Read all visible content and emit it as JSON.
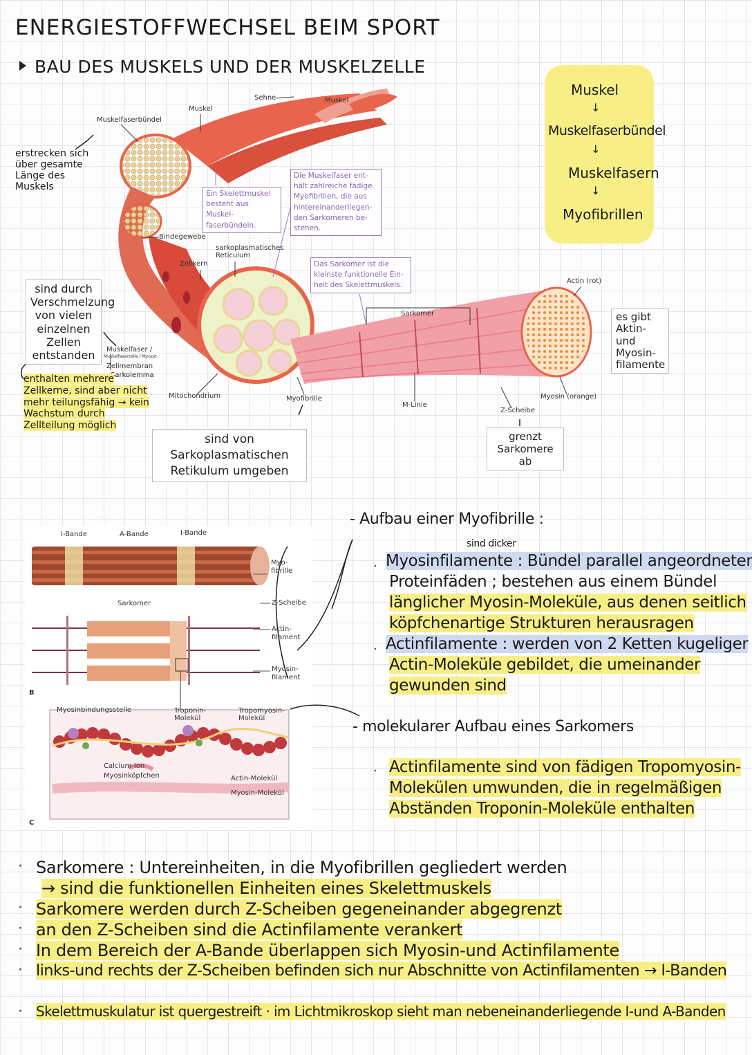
{
  "title": "ENERGIESTOFFWECHSEL BEIM SPORT",
  "section1": "BAU DES MUSKELS UND DER MUSKELZELLE",
  "hierarchy": [
    "Muskel",
    "Muskelfaserbündel",
    "Muskelfasern",
    "Myofibrillen"
  ],
  "arrow": "↓",
  "diagram_labels": {
    "muskelfaserbuendel": "Muskelfaserbündel",
    "muskel1": "Muskel",
    "sehne": "Sehne",
    "muskel2": "Muskel",
    "bindegewebe": "Bindegewebe",
    "zellkern": "Zellkern",
    "sarko_ret": "sarkoplasmatisches Reticulum",
    "muskelfaser": "Muskelfaser /",
    "muskelfaser_sub": "Muskelfaserzelle / Myozyt",
    "zellmembran": "Zellmembran",
    "mitochondrium": "Mitochondrium",
    "myofibrille": "Myofibrille",
    "sarkomer": "Sarkomer",
    "mlinie": "M-Linie",
    "zscheibe": "Z-Scheibe",
    "actin": "Actin (rot)",
    "myosin": "Myosin (orange)"
  },
  "purple_boxes": {
    "skelett": "Ein Skelettmuskel besteht aus Muskel­faserbündeln.",
    "muskelfaser": "Die Muskelfaser ent­hält zahlreiche fädige Myofibrillen, die aus hintereinanderliegen­den Sarkomeren be­stehen.",
    "sarkomer": "Das Sarkomer ist die kleinste funktionelle Ein­heit des Skelettmuskels."
  },
  "notes": {
    "erstrecken": "erstrecken sich über gesamte Länge des Muskels",
    "verschmelzung": "sind durch Verschmelzung von vielen einzelnen Zellen entstanden",
    "sarkolemma": "Sarkolemma",
    "enthalten": "enthalten mehrere Zellkerne, sind aber nicht mehr teilungsfähig → kein Wachstum durch Zellteilung möglich",
    "retikulum": "sind von Sarkoplasmatischen Retikulum umgeben",
    "aktin": "es gibt Aktin-und Myosin-filamente",
    "grenzt": "grenzt Sarkomere ab"
  },
  "diagram2": {
    "iband1": "I-Bande",
    "aband": "A-Bande",
    "iband2": "I-Bande",
    "myofibrille": "Myo-fibrille",
    "sarkomer": "Sarkomer",
    "zscheibe": "Z-Scheibe",
    "actin": "Actin-filament",
    "myosin": "Myosin-filament",
    "b": "B",
    "c": "C",
    "bindungsstelle": "Myosinbindungsstelle",
    "troponin": "Troponin-Molekül",
    "tropomyosin": "Tropomyosin-Molekül",
    "calcium": "Calcium-Ion",
    "koepfchen": "Myosinköpfchen",
    "actin_mol": "Actin-Molekül",
    "myosin_mol": "Myosin-Molekül"
  },
  "myofibrille": {
    "heading": "- Aufbau einer Myofibrille :",
    "dicker": "sind dicker",
    "lines": [
      "Myosinfilamente : Bündel parallel angeordneter",
      "Proteinfäden ; bestehen aus einem Bündel",
      "länglicher Myosin-Moleküle, aus denen seitlich",
      "köpfchenartige Strukturen herausragen",
      "Actinfilamente : werden von 2 Ketten kugeliger",
      "Actin-Moleküle gebildet, die umeinander",
      "gewunden sind"
    ],
    "heading2": "- molekularer Aufbau eines Sarkomers",
    "lines2": [
      "Actinfilamente sind von fädigen Tropomyosin-",
      "Molekülen umwunden, die in regelmäßigen",
      "Abständen Troponin-Moleküle enthalten"
    ]
  },
  "bottom": [
    "Sarkomere : Untereinheiten, in die Myofibrillen gegliedert werden",
    "→ sind die funktionellen Einheiten eines Skelettmuskels",
    "Sarkomere werden durch Z-Scheiben gegeneinander abgegrenzt",
    "an den Z-Scheiben sind die Actinfilamente verankert",
    "In dem Bereich der A-Bande überlappen sich Myosin-und Actinfilamente",
    "links-und rechts der Z-Scheiben befinden sich nur Abschnitte von Actinfilamenten → I-Banden",
    "Skelettmuskulatur ist quergestreift · im Lichtmikroskop sieht man nebeneinanderliegende I-und A-Banden"
  ],
  "colors": {
    "highlight_yellow": "#f7ef86",
    "highlight_blue": "#cfd9ef",
    "muscle_red": "#e8644c",
    "muscle_pink": "#f2a0a8",
    "purple": "#8a62b3"
  }
}
